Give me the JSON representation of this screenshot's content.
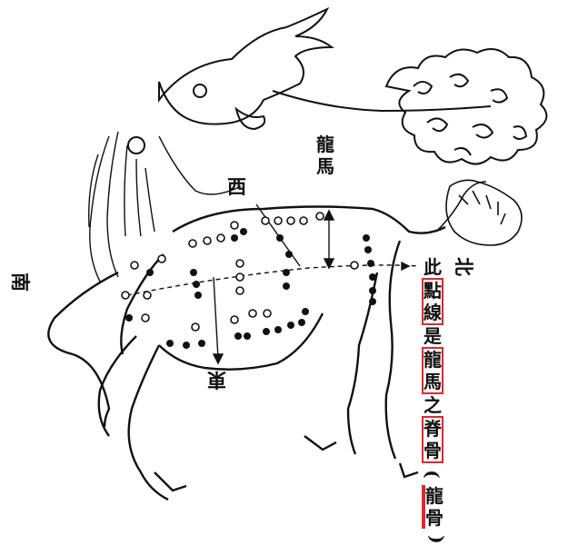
{
  "labels": {
    "south": "南",
    "north": "北",
    "east": "東",
    "west": "西",
    "dragon_horse": [
      "龍",
      "馬"
    ]
  },
  "caption": {
    "pre": "此",
    "box1": [
      "點",
      "線"
    ],
    "mid1": "是",
    "box2": [
      "龍",
      "馬"
    ],
    "mid2": "之",
    "box3": [
      "脊",
      "骨"
    ],
    "paren_open": "(",
    "box4": [
      "龍",
      "骨"
    ],
    "paren_close": ")"
  },
  "colors": {
    "ink": "#111111",
    "highlight": "#e3262e",
    "background": "#ffffff"
  }
}
